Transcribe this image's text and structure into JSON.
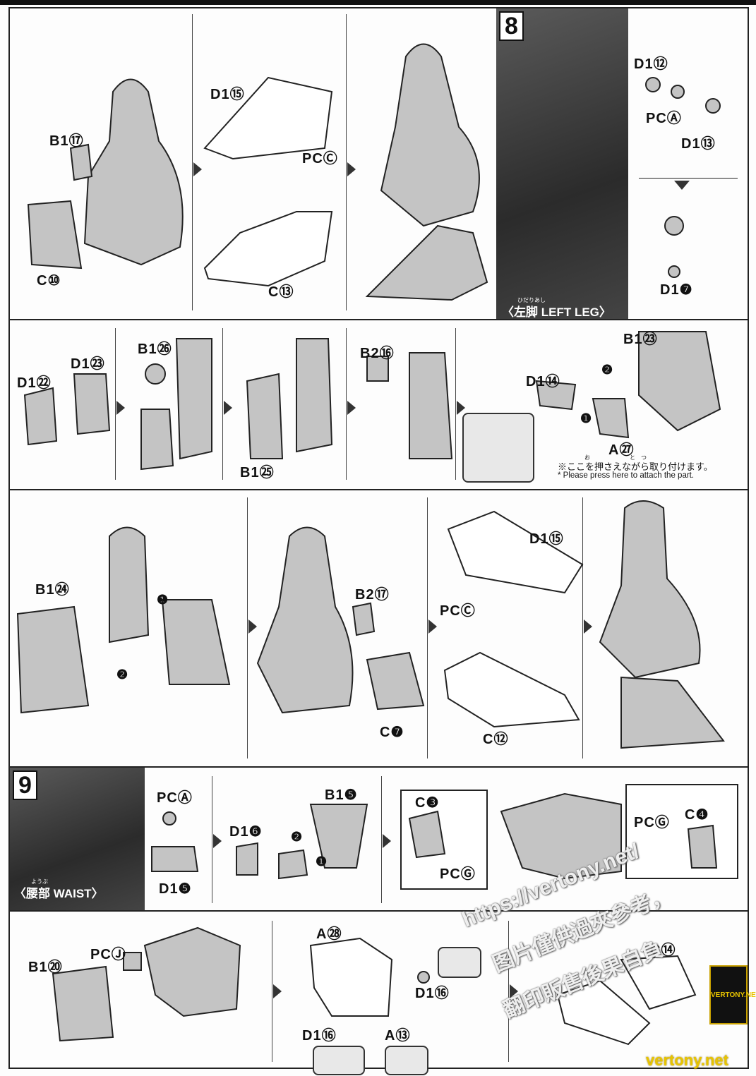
{
  "step8": {
    "number": "8",
    "ruby": "ひだりあし",
    "caption": "〈左脚 LEFT LEG〉"
  },
  "step9": {
    "number": "9",
    "ruby": "ようぶ",
    "caption": "〈腰部 WAIST〉"
  },
  "labels": [
    "B1⑰",
    "C⑩",
    "D1⑮",
    "PCⒸ",
    "C⑬",
    "D1⑫",
    "PCⒶ",
    "D1⑬",
    "D1❼",
    "D1㉒",
    "D1㉓",
    "B1㉖",
    "B1㉕",
    "B2⑯",
    "B1㉓",
    "D1⑭",
    "A㉗",
    "B1㉔",
    "B2⑰",
    "C❼",
    "D1⑮",
    "PCⒸ",
    "C⑫",
    "PCⒶ",
    "D1❺",
    "D1❻",
    "B1❺",
    "C❸",
    "PCⒼ",
    "PCⒼ",
    "C❹",
    "B1⑳",
    "PCⒿ",
    "A㉘",
    "D1⑯",
    "D1⑯",
    "A⑬",
    "C⑭"
  ],
  "order_marks": [
    "❷",
    "❶",
    "❶",
    "❷",
    "❷",
    "❶"
  ],
  "note": {
    "ruby": "お　　　　　　　と　つ",
    "jp": "※ここを押さえながら取り付けます。",
    "en": "* Please press here to attach the part."
  },
  "watermark": {
    "url": "https://vertony.net/",
    "line1": "图片僅供過夾參考，",
    "line2": "翻印販售後果自負"
  },
  "logo": {
    "text": "VERTONY.NET"
  },
  "site": "vertony.net"
}
